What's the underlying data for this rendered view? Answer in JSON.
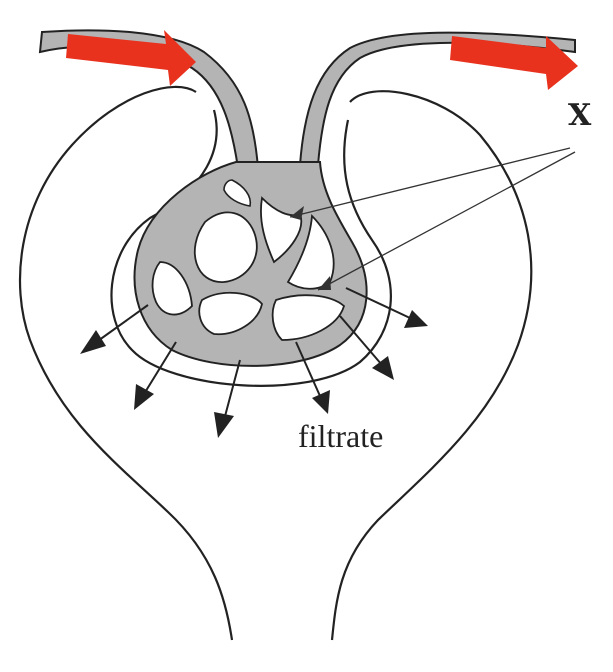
{
  "labels": {
    "x_label": "X",
    "filtrate": "filtrate"
  },
  "colors": {
    "capillary_fill": "#b4b4b4",
    "outline": "#222222",
    "flow_arrow": "#e8321e",
    "background": "#ffffff"
  },
  "icons": {
    "flow_in": "red-arrow-right",
    "flow_out": "red-arrow-right",
    "filtration": "black-arrowhead"
  }
}
